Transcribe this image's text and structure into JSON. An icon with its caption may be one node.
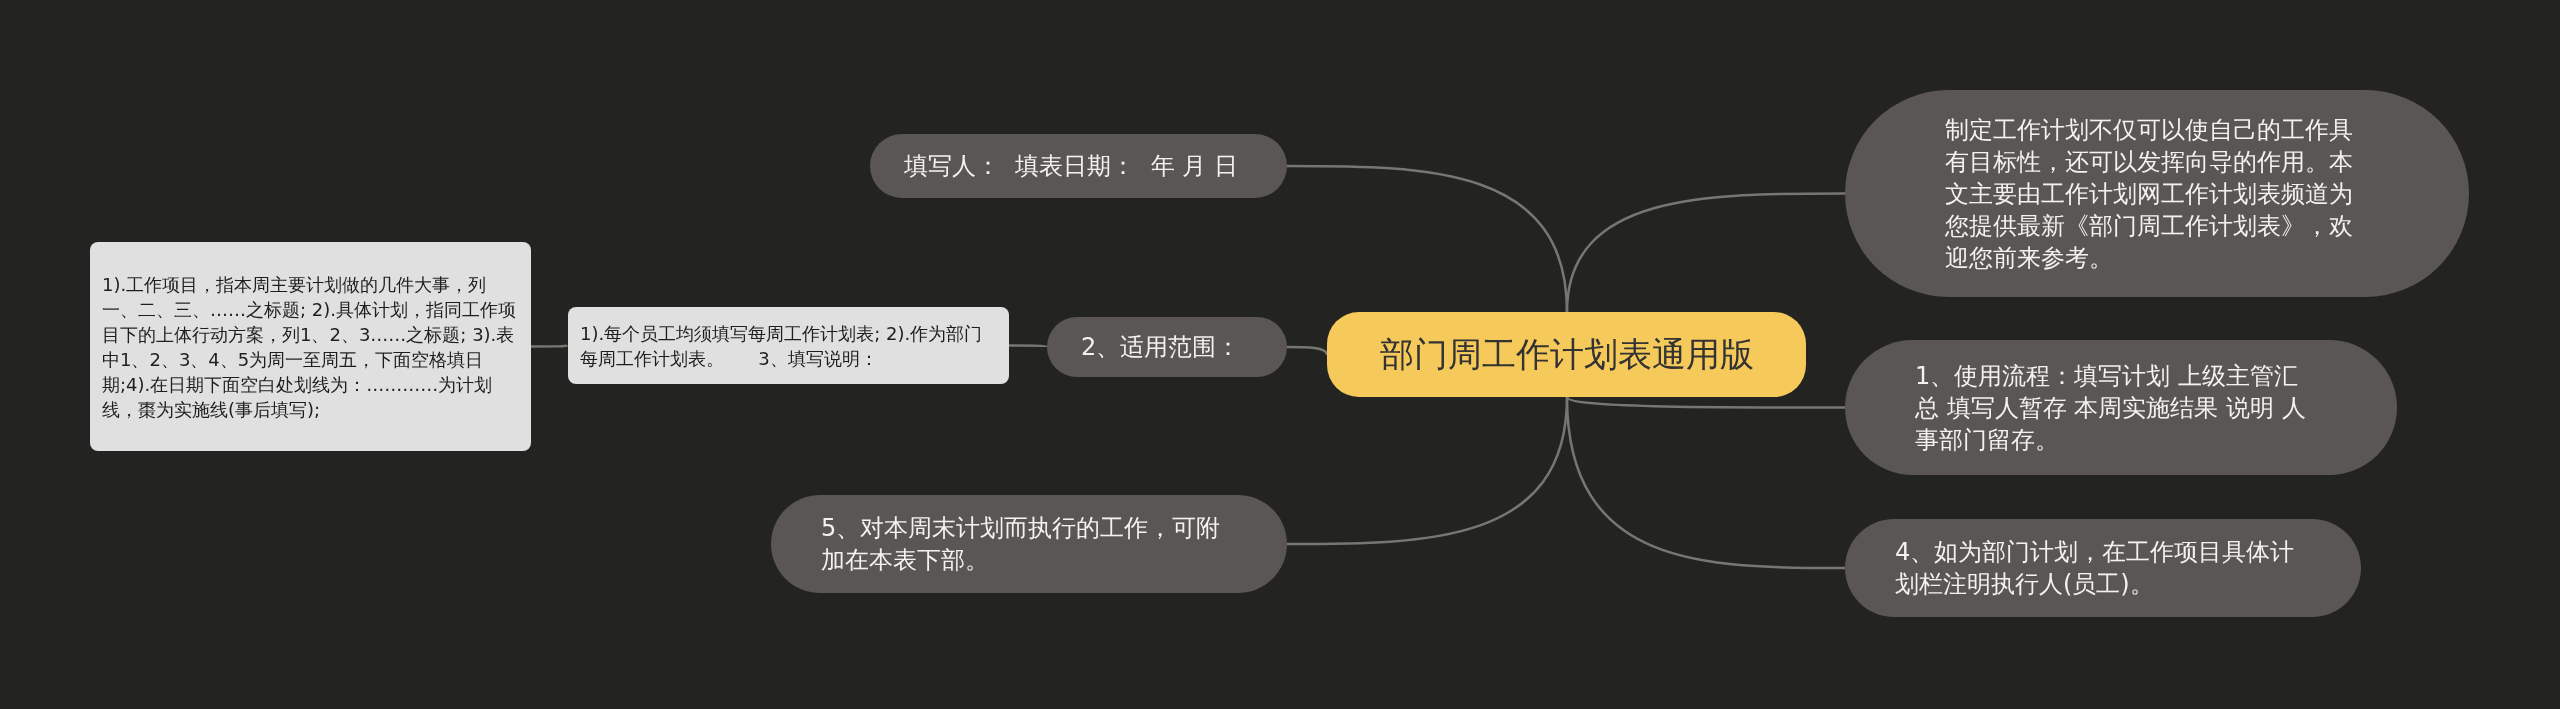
{
  "diagram": {
    "nodes": [
      {
        "text": [
          "部门周工作计划表通用版"
        ]
      },
      {
        "text": [
          "填写人：  填表日期：  年 月 日"
        ]
      },
      {
        "text": [
          "制定工作计划不仅可以使自己的工作具有目标性，还可以发挥向导的作用。本文主要由工作计划网工作计划表频道为您提供最新《部门周工作计划表》，欢迎您前来参考。"
        ]
      },
      {
        "text": [
          "2、适用范围："
        ]
      },
      {
        "text": [
          "1).每个员工均须填写每周工作计划表; 2).作为部门每周工作计划表。      3、填写说明："
        ]
      },
      {
        "text": [
          "1).工作项目，指本周主要计划做的几件大事，列一、二、三、……之标题; 2).具体计划，指同工作项目下的上体行动方案，列1、2、3……之标题; 3).表中1、2、3、4、5为周一至周五，下面空格填日期;4).在日期下面空白处划线为：…………为计划线，棗为实施线(事后填写);"
        ]
      },
      {
        "text": [
          "1、使用流程：填写计划 上级主管汇总 填写人暂存 本周实施结果 说明 人事部门留存。"
        ]
      },
      {
        "text": [
          "5、对本周末计划而执行的工作，可附加在本表下部。"
        ]
      },
      {
        "text": [
          "4、如为部门计划，在工作项目具体计划栏注明执行人(员工)。"
        ]
      }
    ],
    "edges": [
      {
        "from": 0,
        "to": 1,
        "arrow": "none"
      },
      {
        "from": 0,
        "to": 2,
        "arrow": "none"
      },
      {
        "from": 0,
        "to": 3,
        "arrow": "none"
      },
      {
        "from": 3,
        "to": 4,
        "arrow": "none"
      },
      {
        "from": 4,
        "to": 5,
        "arrow": "none"
      },
      {
        "from": 0,
        "to": 6,
        "arrow": "none"
      },
      {
        "from": 0,
        "to": 7,
        "arrow": "none"
      },
      {
        "from": 0,
        "to": 8,
        "arrow": "none"
      }
    ]
  }
}
